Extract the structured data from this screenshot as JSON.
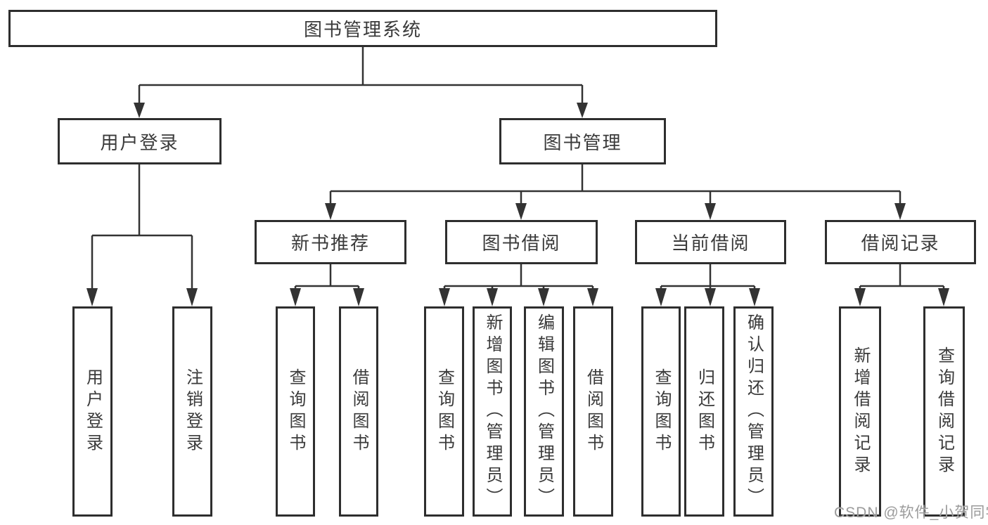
{
  "diagram": {
    "title": "图书管理系统",
    "branches": [
      {
        "label": "用户登录"
      },
      {
        "label": "图书管理"
      }
    ],
    "modules": [
      {
        "label": "新书推荐",
        "parent": "图书管理"
      },
      {
        "label": "图书借阅",
        "parent": "图书管理"
      },
      {
        "label": "当前借阅",
        "parent": "图书管理"
      },
      {
        "label": "借阅记录",
        "parent": "图书管理"
      }
    ],
    "functions": [
      {
        "label": "用户登录",
        "parent": "用户登录"
      },
      {
        "label": "注销登录",
        "parent": "用户登录"
      },
      {
        "label": "查询图书",
        "parent": "新书推荐"
      },
      {
        "label": "借阅图书",
        "parent": "新书推荐"
      },
      {
        "label": "查询图书",
        "parent": "图书借阅"
      },
      {
        "label": "新增图书（管理员）",
        "parent": "图书借阅"
      },
      {
        "label": "编辑图书（管理员）",
        "parent": "图书借阅"
      },
      {
        "label": "借阅图书",
        "parent": "图书借阅"
      },
      {
        "label": "查询图书",
        "parent": "当前借阅"
      },
      {
        "label": "归还图书",
        "parent": "当前借阅"
      },
      {
        "label": "确认归还（管理员）",
        "parent": "当前借阅"
      },
      {
        "label": "新增借阅记录",
        "parent": "借阅记录"
      },
      {
        "label": "查询借阅记录",
        "parent": "借阅记录"
      }
    ],
    "watermark": "CSDN @软件_小贺同学",
    "colors": {
      "line": "#333333",
      "text": "#3a3a3a",
      "box_background": "#ffffff",
      "watermark": "#9b9b9b"
    }
  }
}
